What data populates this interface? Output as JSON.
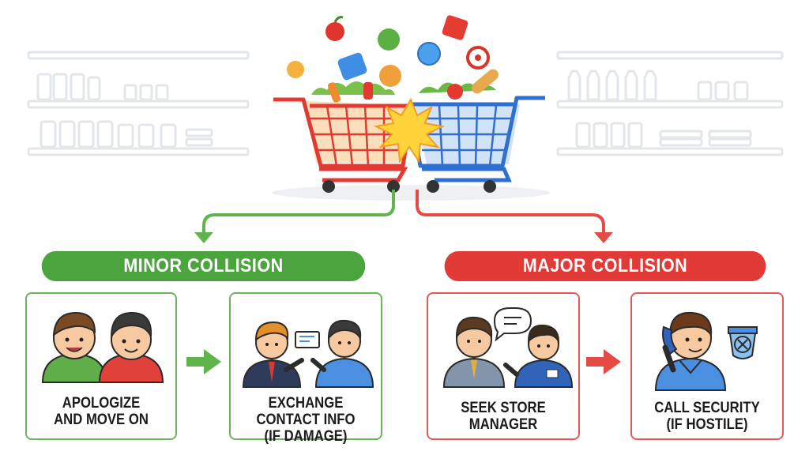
{
  "colors": {
    "minor": "#4ba43e",
    "major": "#e23a36",
    "shelf": "#e3e6ea",
    "cart_red": "#e03a32",
    "cart_blue": "#2f6fd0",
    "arrow_green": "#5fb54c",
    "arrow_red": "#e54b45"
  },
  "branches": {
    "minor": {
      "title": "MINOR COLLISION",
      "steps": [
        {
          "label": "APOLOGIZE\nAND MOVE ON",
          "icon": "two-people-apologizing-icon"
        },
        {
          "label": "EXCHANGE\nCONTACT INFO\n(IF DAMAGE)",
          "icon": "exchange-business-card-icon"
        }
      ]
    },
    "major": {
      "title": "MAJOR COLLISION",
      "steps": [
        {
          "label": "SEEK STORE\nMANAGER",
          "icon": "customer-with-manager-icon"
        },
        {
          "label": "CALL SECURITY\n(IF HOSTILE)",
          "icon": "phone-call-security-icon"
        }
      ]
    }
  },
  "illustration": {
    "icon": "colliding-shopping-carts-icon"
  }
}
